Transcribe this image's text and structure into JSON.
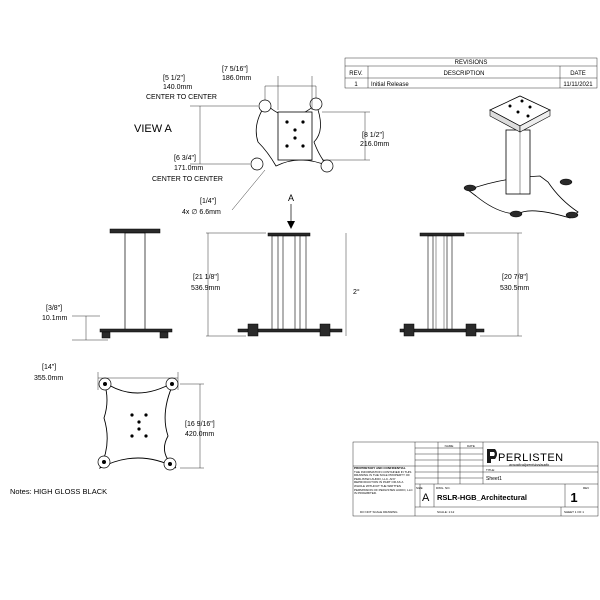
{
  "revisions": {
    "title": "REVISIONS",
    "headers": [
      "REV.",
      "DESCRIPTION",
      "DATE"
    ],
    "rows": [
      [
        "1",
        "Initial Release",
        "11/11/2021"
      ]
    ]
  },
  "view_a": {
    "label": "VIEW A",
    "dims": {
      "top_in": "[7 5/16\"]",
      "top_mm": "186.0mm",
      "ctc1_in": "[5 1/2\"]",
      "ctc1_mm": "140.0mm",
      "ctc1_note": "CENTER TO CENTER",
      "right_in": "[8 1/2\"]",
      "right_mm": "216.0mm",
      "ctc2_in": "[6 3/4\"]",
      "ctc2_mm": "171.0mm",
      "ctc2_note": "CENTER TO CENTER",
      "hole_in": "[1/4\"]",
      "hole_mm": "4x ∅ 6.6mm"
    }
  },
  "arrow_a": "A",
  "side": {
    "h1_in": "[21 1/8\"]",
    "h1_mm": "536.9mm",
    "angle": "2°",
    "h2_in": "[20 7/8\"]",
    "h2_mm": "530.5mm",
    "foot_in": "[3/8\"]",
    "foot_mm": "10.1mm"
  },
  "base": {
    "w_in": "[14\"]",
    "w_mm": "355.0mm",
    "h_in": "[16 9/16\"]",
    "h_mm": "420.0mm"
  },
  "notes": "Notes: HIGH GLOSS BLACK",
  "title_block": {
    "name_hdr": "NAME",
    "date_hdr": "DATE",
    "proprietary_title": "PROPRIETARY AND CONFIDENTIAL",
    "proprietary_text": "THE INFORMATION CONTAINED IN THIS DRAWING IS THE SOLE PROPERTY OF PERLISTEN AUDIO, LLC. ANY REPRODUCTION IN PART OR AS A WHOLE WITHOUT THE WRITTEN PERMISSION OF PERLISTEN AUDIO, LLC IS PROHIBITED.",
    "do_not_scale": "DO NOT SCALE DRAWING",
    "company": "PERLISTEN",
    "tagline": "acoustical/precision/audio",
    "title_label": "TITLE:",
    "sheet_name": "Sheet1",
    "size_label": "SIZE",
    "size": "A",
    "dwg_label": "DWG. NO.",
    "dwg_no": "RSLR-HGB_Architectural",
    "rev_label": "REV",
    "rev": "1",
    "scale": "SCALE: 1:12",
    "sheet": "SHEET 1 OF 1"
  }
}
